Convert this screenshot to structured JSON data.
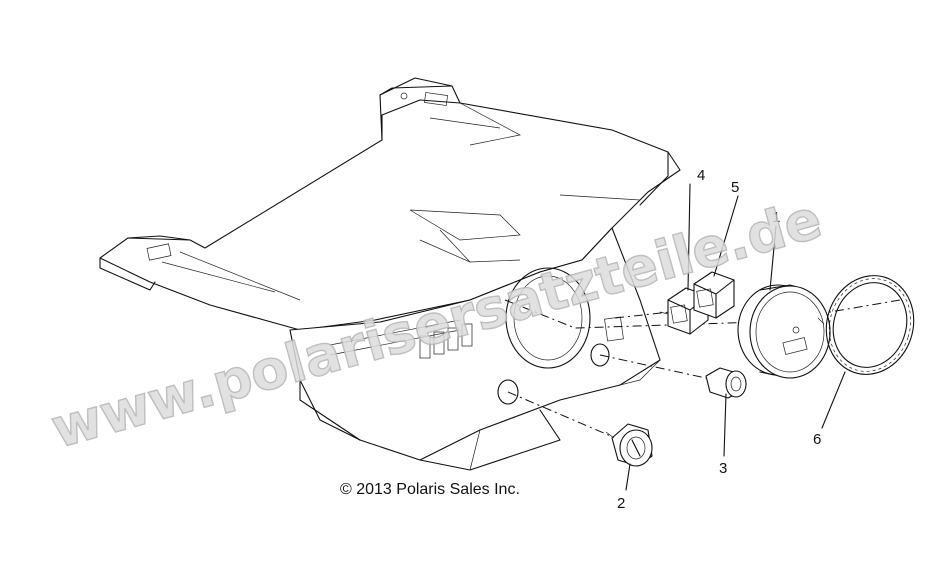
{
  "watermark": "www.polarisersatzteile.de",
  "copyright": "© 2013 Polaris Sales Inc.",
  "callouts": [
    {
      "id": "1",
      "part": "speedometer-gauge"
    },
    {
      "id": "2",
      "part": "ignition-switch"
    },
    {
      "id": "3",
      "part": "power-outlet"
    },
    {
      "id": "4",
      "part": "rocker-switch-left"
    },
    {
      "id": "5",
      "part": "rocker-switch-right"
    },
    {
      "id": "6",
      "part": "gauge-bezel-ring"
    }
  ],
  "colors": {
    "line": "#111111",
    "watermark_fill": "#dcdcdc",
    "background": "#ffffff"
  }
}
